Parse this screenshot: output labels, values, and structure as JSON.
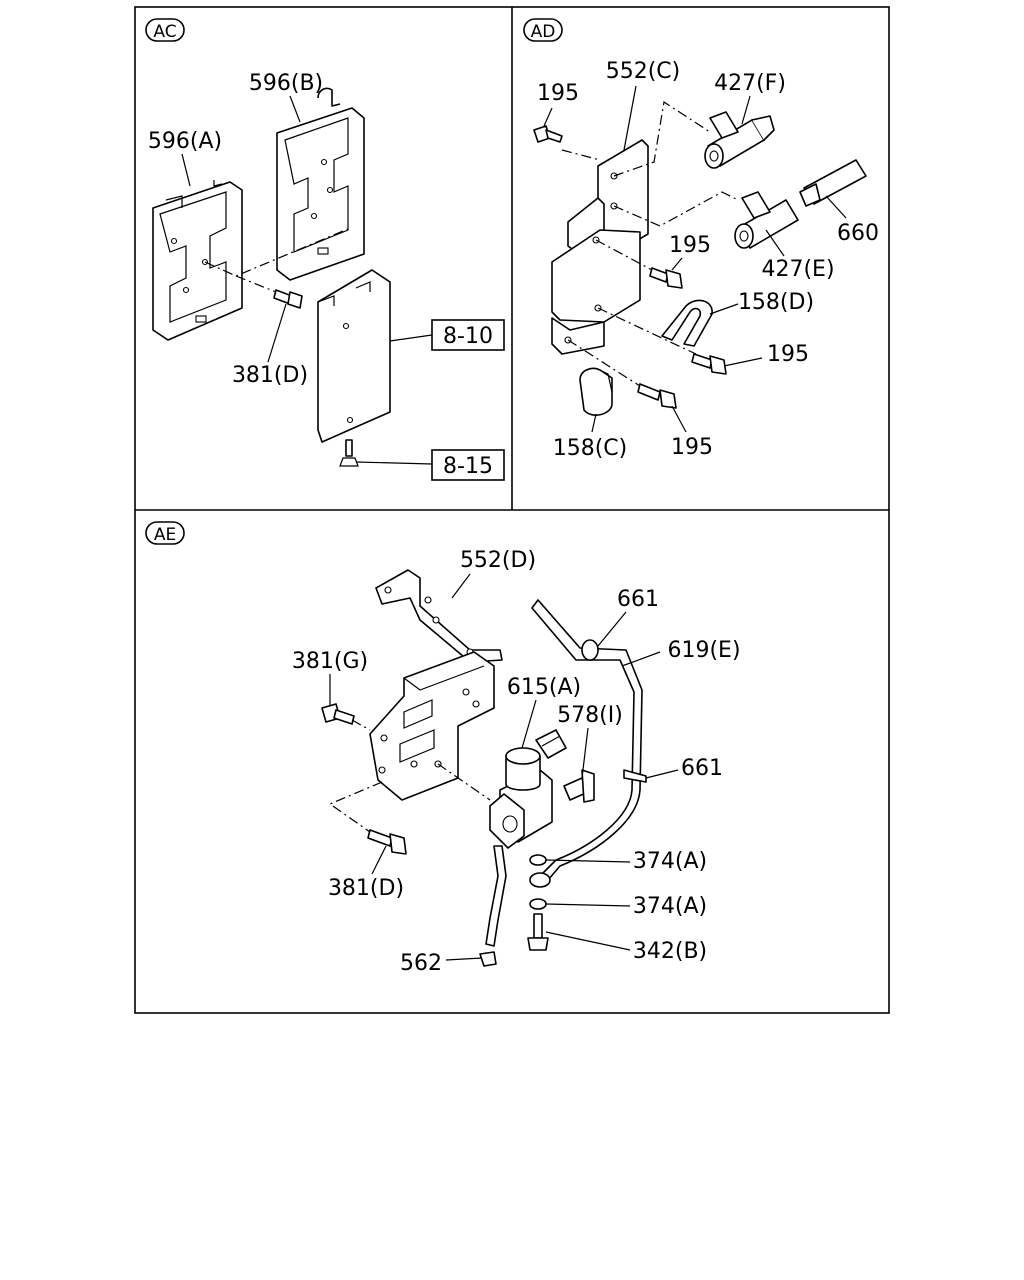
{
  "panels": {
    "ac": {
      "tag": "AC",
      "labels": {
        "bracket_b": "596(B)",
        "bracket_a": "596(A)",
        "bolt": "381(D)",
        "ref_top": "8-10",
        "ref_bottom": "8-15"
      }
    },
    "ad": {
      "tag": "AD",
      "labels": {
        "bracket_c": "552(C)",
        "bolt_top": "195",
        "joint_f": "427(F)",
        "pipe": "660",
        "bolt_mid": "195",
        "joint_e": "427(E)",
        "clip_d": "158(D)",
        "bolt_right": "195",
        "clip_c": "158(C)",
        "bolt_bottom": "195"
      }
    },
    "ae": {
      "tag": "AE",
      "labels": {
        "bracket_d": "552(D)",
        "grommet_top": "661",
        "hose_e": "619(E)",
        "bolt_g": "381(G)",
        "valve_a": "615(A)",
        "connector_i": "578(I)",
        "grommet_mid": "661",
        "washer_1": "374(A)",
        "bolt_d": "381(D)",
        "washer_2": "374(A)",
        "eye_bolt_b": "342(B)",
        "hose_clip": "562"
      }
    }
  }
}
